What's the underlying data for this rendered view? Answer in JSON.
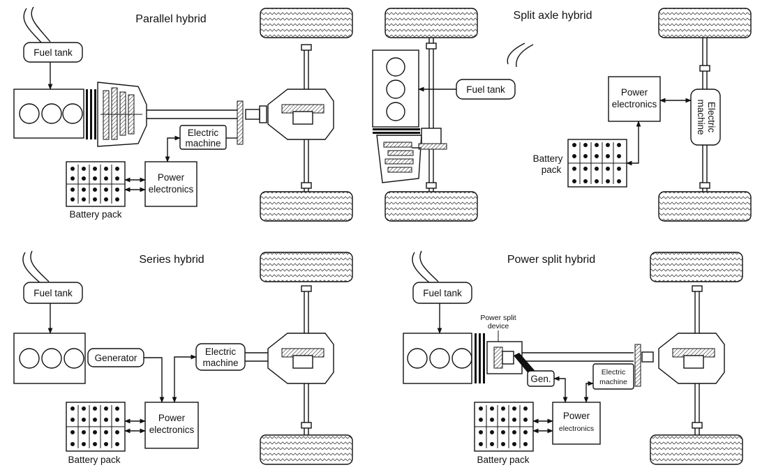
{
  "panels": {
    "parallel": {
      "title": "Parallel hybrid",
      "fuel_tank": "Fuel tank",
      "electric_machine": [
        "Electric",
        "machine"
      ],
      "power_electronics": [
        "Power",
        "electronics"
      ],
      "battery_pack": "Battery pack"
    },
    "split_axle": {
      "title": "Split axle hybrid",
      "fuel_tank": "Fuel tank",
      "power_electronics": [
        "Power",
        "electronics"
      ],
      "electric_machine": [
        "Electric",
        "machine"
      ],
      "battery_pack": [
        "Battery",
        "pack"
      ]
    },
    "series": {
      "title": "Series hybrid",
      "fuel_tank": "Fuel tank",
      "generator": "Generator",
      "electric_machine": [
        "Electric",
        "machine"
      ],
      "power_electronics": [
        "Power",
        "electronics"
      ],
      "battery_pack": "Battery pack"
    },
    "power_split": {
      "title": "Power split hybrid",
      "fuel_tank": "Fuel tank",
      "power_split_device": [
        "Power split",
        "device"
      ],
      "generator": "Gen.",
      "electric_machine": [
        "Electric",
        "machine"
      ],
      "power_electronics": [
        "Power",
        "electronics"
      ],
      "battery_pack": "Battery pack"
    }
  }
}
